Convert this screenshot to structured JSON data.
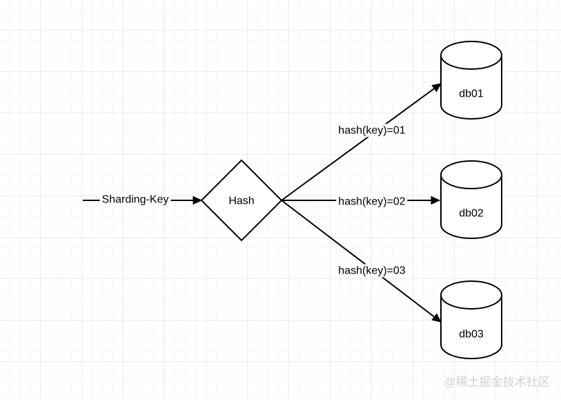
{
  "diagram": {
    "input": {
      "label": "Sharding-Key"
    },
    "hash_node": {
      "label": "Hash"
    },
    "edges": [
      {
        "label": "hash(key)=01",
        "target": "db01"
      },
      {
        "label": "hash(key)=02",
        "target": "db02"
      },
      {
        "label": "hash(key)=03",
        "target": "db03"
      }
    ],
    "databases": [
      {
        "label": "db01"
      },
      {
        "label": "db02"
      },
      {
        "label": "db03"
      }
    ],
    "watermark": "@稀土掘金技术社区",
    "colors": {
      "stroke": "#000000",
      "shape_fill": "#ffffff",
      "text": "#000000",
      "watermark": "#d0d0d0",
      "grid_minor": "#f6f6f6",
      "grid_major": "#ebebeb",
      "background": "#ffffff"
    }
  }
}
